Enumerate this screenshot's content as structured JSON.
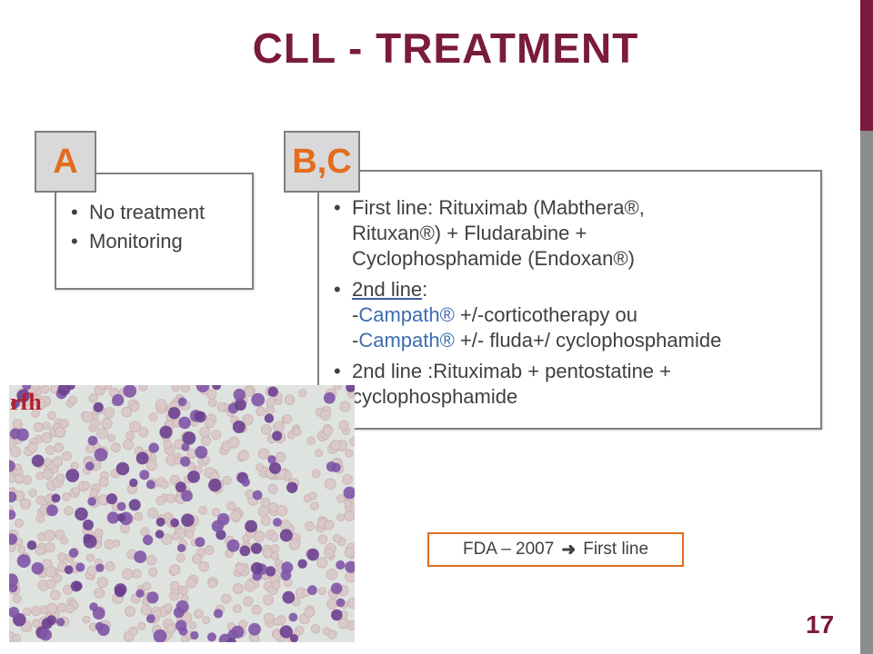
{
  "title": "CLL - TREATMENT",
  "section_a": {
    "tag": "A",
    "items": [
      "No treatment",
      "Monitoring"
    ]
  },
  "section_bc": {
    "tag": "B,C",
    "item1": {
      "lines": [
        "First line: Rituximab (Mabthera®,",
        "Rituxan®) + Fludarabine +",
        "Cyclophosphamide (Endoxan®)"
      ]
    },
    "item2": {
      "heading_underlined": "2nd line",
      "heading_suffix": ":",
      "line2_prefix": "-",
      "line2_blue": "Campath®",
      "line2_rest": " +/-corticotherapy ou",
      "line3_prefix": "-",
      "line3_blue": "Campath®",
      "line3_rest": " +/- fluda+/ cyclophosphamide"
    },
    "item3": {
      "lines": [
        "2nd line :Rituximab + pentostatine +",
        "cyclophosphamide"
      ]
    }
  },
  "image": {
    "label": "rfh"
  },
  "fda_note": {
    "left": "FDA – 2007",
    "arrow_icon": "arrow-right-icon",
    "right": "First line"
  },
  "page_number": "17",
  "colors": {
    "title": "#7a1b3e",
    "tag_text": "#e36c1e",
    "fda_border": "#e36c1e",
    "sidebar_dark": "#7a1b3e",
    "sidebar_gray": "#8c8c8c"
  }
}
